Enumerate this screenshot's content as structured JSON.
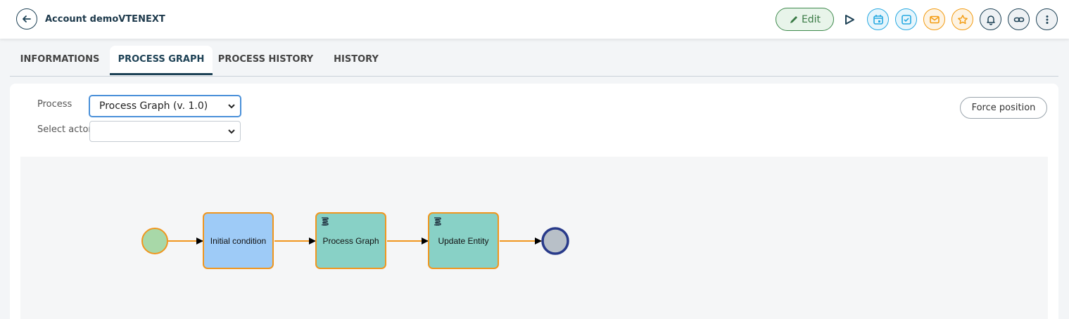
{
  "header": {
    "title": "Account demoVTENEXT",
    "edit_label": "Edit"
  },
  "tabs": [
    {
      "label": "INFORMATIONS",
      "active": false
    },
    {
      "label": "PROCESS GRAPH",
      "active": true
    },
    {
      "label": "PROCESS HISTORY",
      "active": false
    },
    {
      "label": "HISTORY",
      "active": false
    }
  ],
  "form": {
    "process_label": "Process",
    "process_value": "Process Graph (v. 1.0)",
    "actor_label": "Select actor",
    "actor_value": "",
    "force_position_label": "Force position"
  },
  "graph": {
    "nodes": [
      {
        "label": "Initial condition",
        "color": "#9ecbf7"
      },
      {
        "label": "Process Graph",
        "color": "#88d1c6"
      },
      {
        "label": "Update Entity",
        "color": "#88d1c6"
      }
    ],
    "start_color": "#a8d8a8",
    "end_color": "#b8c0c8",
    "edge_color": "#f0961e"
  },
  "icons": {
    "back": "arrow-left-icon",
    "edit": "pencil-icon",
    "play": "play-icon",
    "calendar": "calendar-icon",
    "task": "checkbox-icon",
    "mail": "mail-icon",
    "star": "star-icon",
    "bell": "bell-icon",
    "link": "link-icon",
    "more": "more-vertical-icon"
  },
  "colors": {
    "accent": "#1e4256",
    "cyan": "#27a9e1",
    "orange": "#f39c12",
    "green": "#3f8a4d"
  }
}
